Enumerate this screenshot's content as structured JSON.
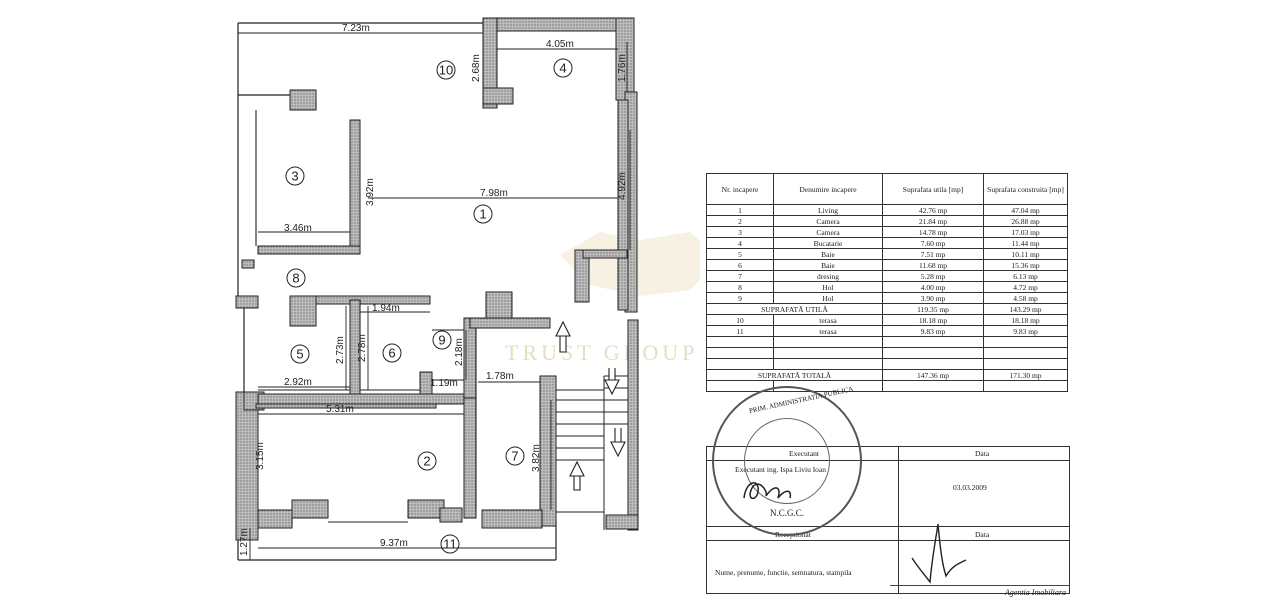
{
  "plan": {
    "dimensions": [
      "7.23m",
      "4.05m",
      "2.68m",
      "1.76m",
      "3.92m",
      "7.98m",
      "4.92m",
      "3.46m",
      "1.94m",
      "2.73m",
      "2.78m",
      "2.18m",
      "2.92m",
      "1.19m",
      "1.78m",
      "5.31m",
      "3.15m",
      "3.82m",
      "1.27m",
      "9.37m"
    ],
    "rooms": [
      "1",
      "2",
      "3",
      "4",
      "5",
      "6",
      "7",
      "8",
      "9",
      "10",
      "11"
    ],
    "watermark": "TRUST GROUP"
  },
  "table": {
    "headers": [
      "Nr. incapere",
      "Denumire incapere",
      "Suprafata utila [mp]",
      "Suprafata construita [mp]"
    ],
    "rows": [
      [
        "1",
        "Living",
        "42.76 mp",
        "47.04 mp"
      ],
      [
        "2",
        "Camera",
        "21.84 mp",
        "26.88 mp"
      ],
      [
        "3",
        "Camera",
        "14.78 mp",
        "17.03 mp"
      ],
      [
        "4",
        "Bucatarie",
        "7.60 mp",
        "11.44 mp"
      ],
      [
        "5",
        "Baie",
        "7.51 mp",
        "10.11 mp"
      ],
      [
        "6",
        "Baie",
        "11.68 mp",
        "15.36 mp"
      ],
      [
        "7",
        "dresing",
        "5.28 mp",
        "6.13 mp"
      ],
      [
        "8",
        "Hol",
        "4.00 mp",
        "4.72 mp"
      ],
      [
        "9",
        "Hol",
        "3.90 mp",
        "4.58 mp"
      ]
    ],
    "subtotal": [
      "SUPRAFATĂ UTILĂ",
      "119.35 mp",
      "143.29 mp"
    ],
    "terrace_rows": [
      [
        "10",
        "terasa",
        "18.18 mp",
        "18.18 mp"
      ],
      [
        "11",
        "terasa",
        "9.83 mp",
        "9.83 mp"
      ]
    ],
    "total": [
      "SUPRAFATĂ TOTALĂ",
      "147.36 mp",
      "171.30 mp"
    ]
  },
  "signatures": {
    "executant_header": "Executant",
    "data_header": "Data",
    "executant_name": "Executant ing. Ispa Liviu Ioan",
    "executant_date": "03.03.2009",
    "receptionat_header": "Receptionat",
    "data_header2": "Data",
    "receptionat_fields": "Nume, prenume, functie, semnatura, stampila",
    "stamp_text": "PRIM. ADMINISTRATIA PUBLICA",
    "stamp_sub": "N.C.G.C.",
    "footer_text": "Agentia Imobiliara"
  }
}
